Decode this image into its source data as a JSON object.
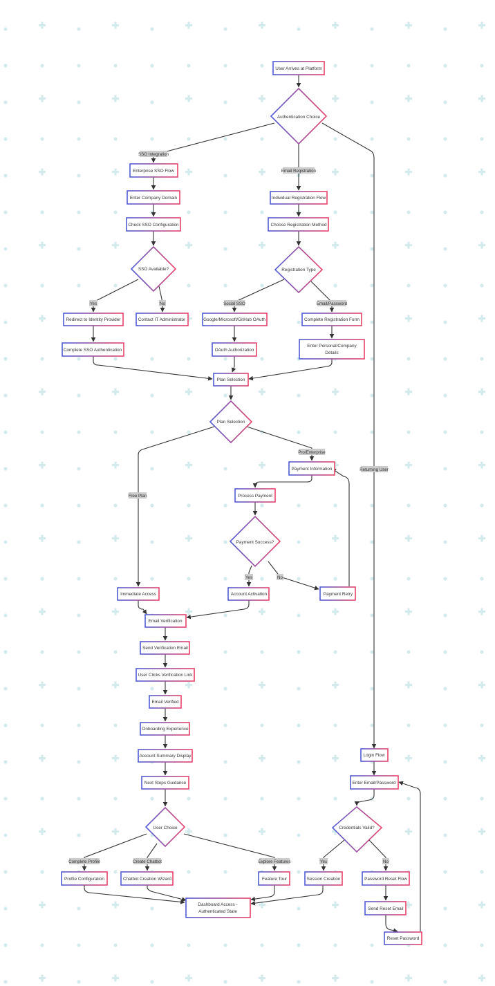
{
  "colors": {
    "background": "#ffffff",
    "pattern": "#d4ebee",
    "node_stroke_start": "#4f5bd5",
    "node_stroke_end": "#e8436a",
    "edge": "#333333",
    "edge_label_bg": "#cccccc",
    "text": "#333333"
  },
  "nodes": {
    "user_arrives": "User Arrives at Platform",
    "auth_choice": "Authentication Choice",
    "enterprise_sso_flow": "Enterprise SSO Flow",
    "enter_company_domain": "Enter Company Domain",
    "check_sso_config": "Check SSO Configuration",
    "sso_available": "SSO Available?",
    "redirect_idp": "Redirect to Identity Provider",
    "contact_it_admin": "Contact IT Administrator",
    "complete_sso_auth": "Complete SSO Authentication",
    "individual_reg_flow": "Individual Registration Flow",
    "choose_reg_method": "Choose Registration Method",
    "registration_type": "Registration Type",
    "oauth_providers": "Google/Microsoft/GitHub OAuth",
    "oauth_authorization": "OAuth Authorization",
    "complete_reg_form": "Complete Registration Form",
    "enter_details_line1": "Enter Personal/Company",
    "enter_details_line2": "Details",
    "plan_selection_step": "Plan Selection",
    "plan_selection_decision": "Plan Selection",
    "payment_information": "Payment Information",
    "process_payment": "Process Payment",
    "payment_success": "Payment Success?",
    "immediate_access": "Immediate Access",
    "account_activation": "Account Activation",
    "payment_retry": "Payment Retry",
    "email_verification": "Email Verification",
    "send_verification_email": "Send Verification Email",
    "user_clicks_link": "User Clicks Verification Link",
    "email_verified": "Email Verified",
    "onboarding_experience": "Onboarding Experience",
    "account_summary": "Account Summary Display",
    "next_steps": "Next Steps Guidance",
    "user_choice": "User Choice",
    "profile_configuration": "Profile Configuration",
    "chatbot_wizard": "Chatbot Creation Wizard",
    "feature_tour": "Feature Tour",
    "dashboard_line1": "Dashboard Access -",
    "dashboard_line2": "Authenticated State",
    "login_flow": "Login Flow",
    "enter_email_password": "Enter Email/Password",
    "credentials_valid": "Credentials Valid?",
    "session_creation": "Session Creation",
    "password_reset_flow": "Password Reset Flow",
    "send_reset_email": "Send Reset Email",
    "reset_password": "Reset Password"
  },
  "edge_labels": {
    "sso_integration": "SSO Integration",
    "email_registration": "Email Registration",
    "returning_user": "Returning User",
    "yes_sso": "Yes",
    "no_sso": "No",
    "social_sso": "Social SSO",
    "email_password": "Email/Password",
    "free_plan": "Free Plan",
    "pro_enterprise": "Pro/Enterprise",
    "yes_payment": "Yes",
    "no_payment": "No",
    "complete_profile": "Complete Profile",
    "create_chatbot": "Create Chatbot",
    "explore_features": "Explore Features",
    "yes_credentials": "Yes",
    "no_credentials": "No"
  }
}
